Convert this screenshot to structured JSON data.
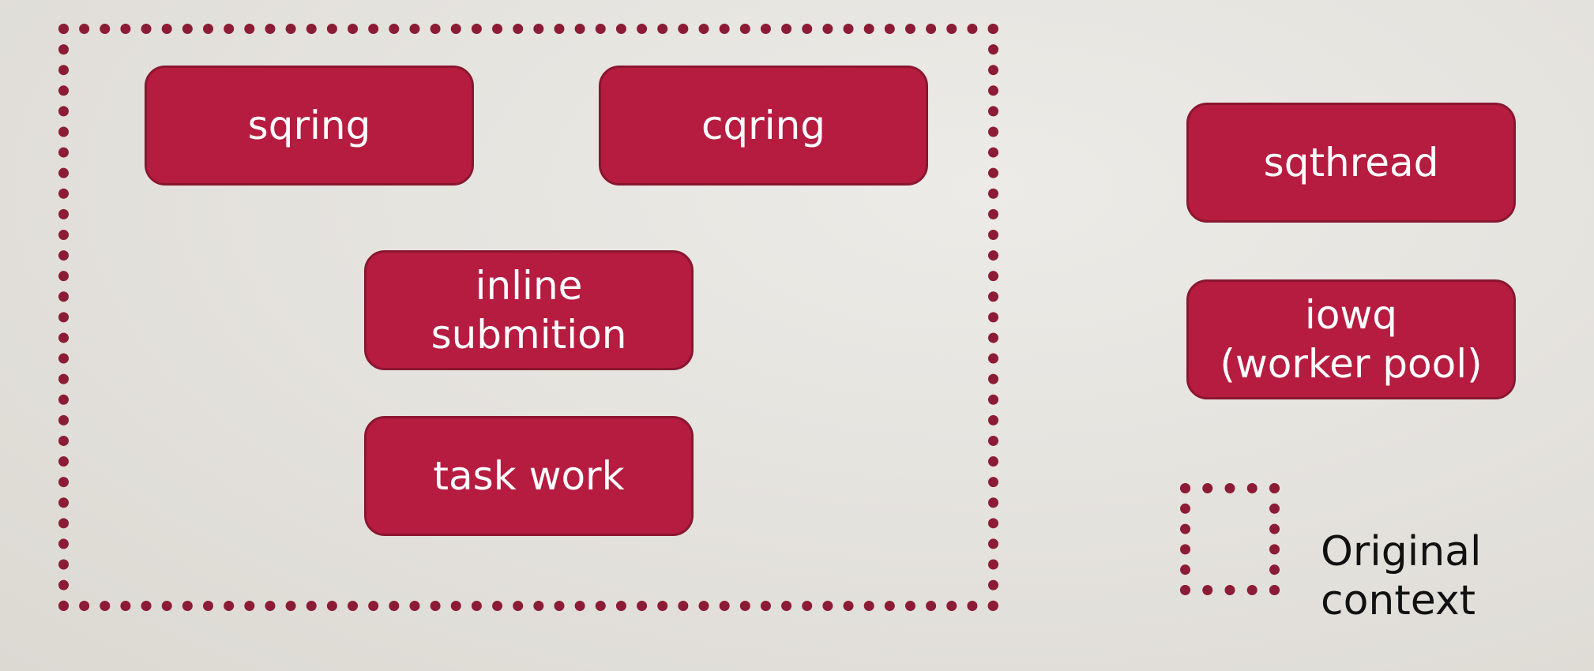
{
  "diagram": {
    "colors": {
      "box_fill": "#b61c40",
      "box_border": "#8a1630",
      "context_border": "#8c1c36",
      "box_text": "#ffffff",
      "legend_text": "#111111"
    },
    "original_context": {
      "boxes": {
        "sqring": "sqring",
        "cqring": "cqring",
        "inline_submition": "inline\nsubmition",
        "task_work": "task work"
      }
    },
    "external": {
      "sqthread": "sqthread",
      "iowq": "iowq\n(worker pool)"
    },
    "legend": {
      "label": "Original\ncontext"
    }
  }
}
